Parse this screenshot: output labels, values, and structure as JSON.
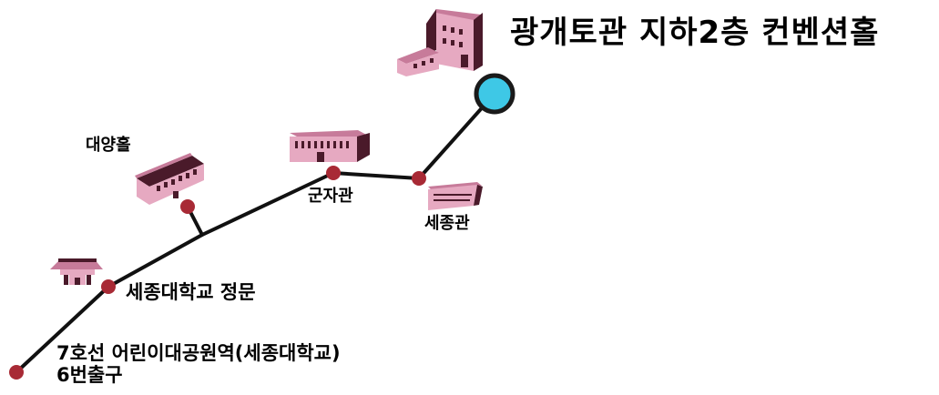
{
  "labels": {
    "destination": "광개토관 지하2층 컨벤션홀",
    "daeyang_hall": "대양홀",
    "gunja_hall": "군자관",
    "sejong_hall": "세종관",
    "main_gate": "세종대학교 정문",
    "station_line1": "7호선 어린이대공원역(세종대학교)",
    "station_line2": "6번출구"
  },
  "colors": {
    "route_line": "#111111",
    "waypoint_dot": "#a82a35",
    "destination_dot": "#3ec8e6",
    "destination_ring": "#1a1a1a",
    "building_front": "#e6a9c1",
    "building_side": "#4a1a2a",
    "building_roof": "#c77b9a"
  },
  "icons": {
    "destination": "office-building-icon",
    "daeyang_hall": "hall-building-icon",
    "gunja_hall": "long-building-icon",
    "sejong_hall": "low-building-icon",
    "main_gate": "traditional-gate-icon"
  }
}
